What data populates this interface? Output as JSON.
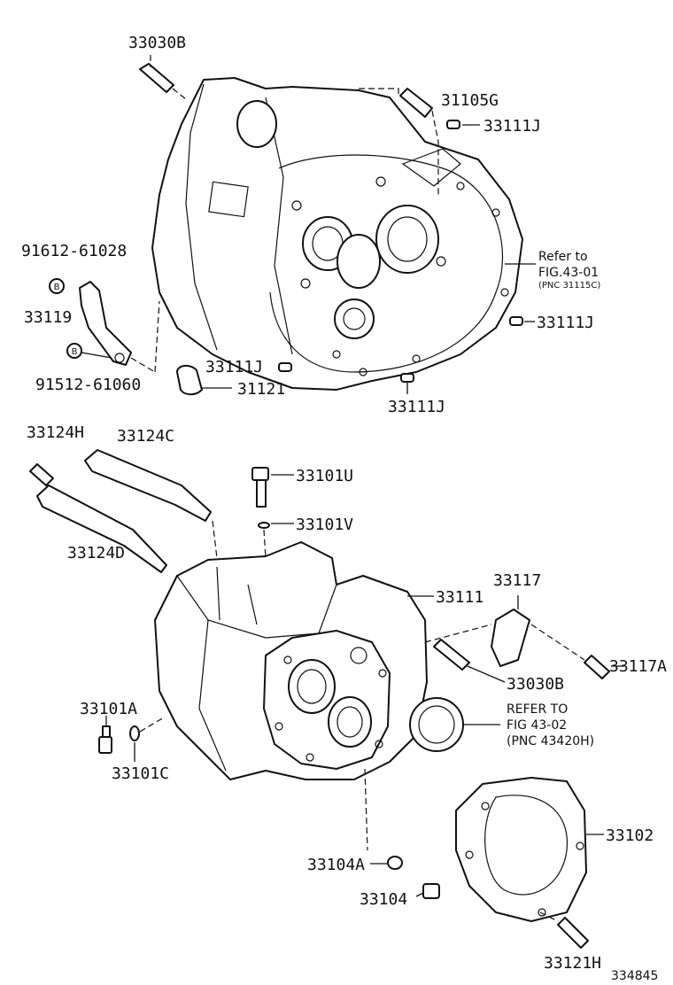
{
  "labels": {
    "p33030B_top": "33030B",
    "p31105G": "31105G",
    "p33111J_a": "33111J",
    "p91612": "91612-61028",
    "p33119": "33119",
    "p91512": "91512-61060",
    "p33111J_b": "33111J",
    "p31121": "31121",
    "p33111J_c": "33111J",
    "p33111J_d": "33111J",
    "refer_top_1": "Refer to",
    "refer_top_2": "FIG.43-01",
    "refer_top_3": "(PNC 31115C)",
    "p33124H": "33124H",
    "p33124C": "33124C",
    "p33124D": "33124D",
    "p33101U": "33101U",
    "p33101V": "33101V",
    "p33111": "33111",
    "p33117": "33117",
    "p33030B_mid": "33030B",
    "p33117A": "33117A",
    "refer_mid_1": "REFER TO",
    "refer_mid_2": "FIG 43-02",
    "refer_mid_3": "(PNC 43420H)",
    "p33101A": "33101A",
    "p33101C": "33101C",
    "p33102": "33102",
    "p33104A": "33104A",
    "p33104": "33104",
    "p33121H": "33121H",
    "diagram_id": "334845"
  },
  "badges": {
    "badge_a": "B",
    "badge_b": "B"
  },
  "colors": {
    "ink": "#111111",
    "paper": "#ffffff"
  }
}
